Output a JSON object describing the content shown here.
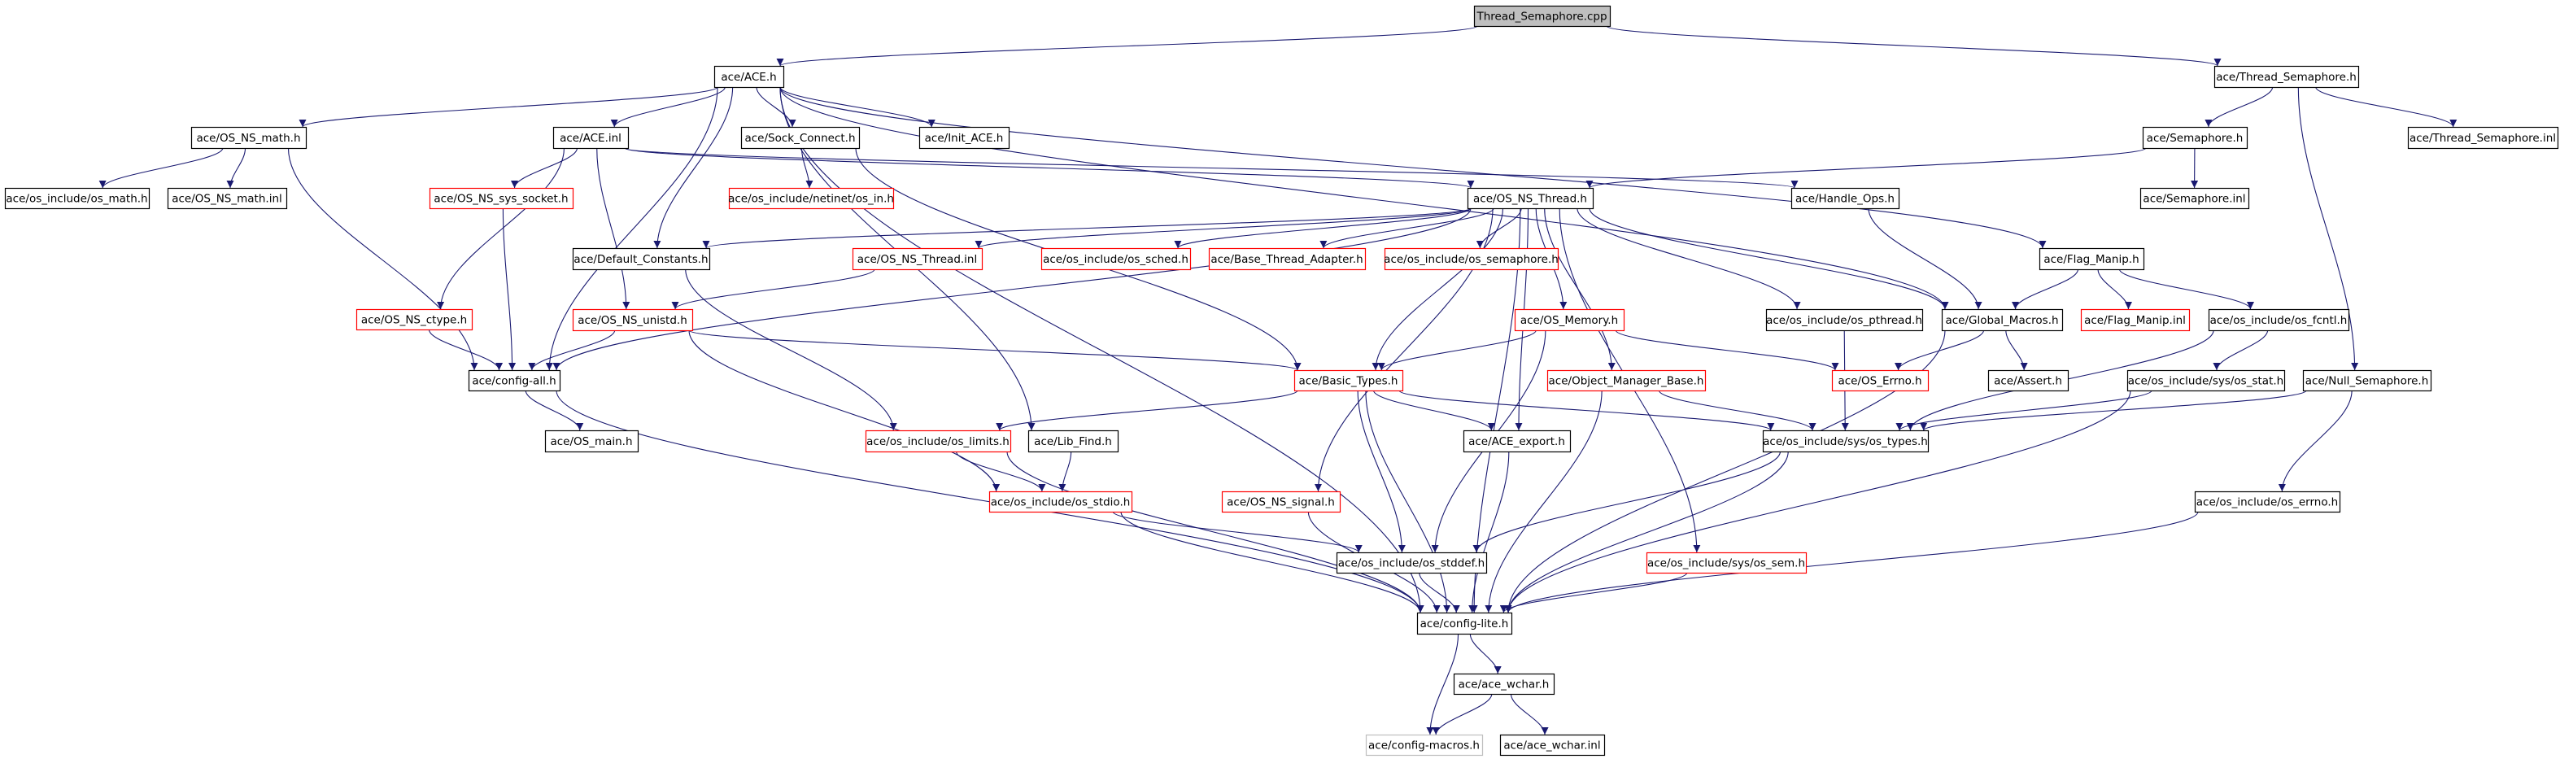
{
  "title": "Thread_Semaphore.cpp include dependency graph",
  "colors": {
    "edge": "#191970",
    "root_fill": "#bfbfbf",
    "normal_border": "#000000",
    "incomplete_border": "#ff0000",
    "external_border": "#bfbfbf"
  },
  "nodes": [
    {
      "id": "root",
      "label": "Thread_Semaphore.cpp",
      "kind": "root"
    },
    {
      "id": "ace_h",
      "label": "ace/ACE.h",
      "kind": "normal"
    },
    {
      "id": "thread_semaphore_h",
      "label": "ace/Thread_Semaphore.h",
      "kind": "normal"
    },
    {
      "id": "os_ns_math_h",
      "label": "ace/OS_NS_math.h",
      "kind": "normal"
    },
    {
      "id": "ace_inl",
      "label": "ace/ACE.inl",
      "kind": "normal"
    },
    {
      "id": "sock_connect_h",
      "label": "ace/Sock_Connect.h",
      "kind": "normal"
    },
    {
      "id": "init_ace_h",
      "label": "ace/Init_ACE.h",
      "kind": "normal"
    },
    {
      "id": "semaphore_h",
      "label": "ace/Semaphore.h",
      "kind": "normal"
    },
    {
      "id": "thread_semaphore_inl",
      "label": "ace/Thread_Semaphore.inl",
      "kind": "normal"
    },
    {
      "id": "os_math_h",
      "label": "ace/os_include/os_math.h",
      "kind": "normal"
    },
    {
      "id": "os_ns_math_inl",
      "label": "ace/OS_NS_math.inl",
      "kind": "normal"
    },
    {
      "id": "os_ns_sys_socket_h",
      "label": "ace/OS_NS_sys_socket.h",
      "kind": "incomplete"
    },
    {
      "id": "os_in_h",
      "label": "ace/os_include/netinet/os_in.h",
      "kind": "incomplete"
    },
    {
      "id": "os_ns_thread_h",
      "label": "ace/OS_NS_Thread.h",
      "kind": "normal"
    },
    {
      "id": "handle_ops_h",
      "label": "ace/Handle_Ops.h",
      "kind": "normal"
    },
    {
      "id": "semaphore_inl",
      "label": "ace/Semaphore.inl",
      "kind": "normal"
    },
    {
      "id": "default_constants_h",
      "label": "ace/Default_Constants.h",
      "kind": "normal"
    },
    {
      "id": "os_ns_thread_inl",
      "label": "ace/OS_NS_Thread.inl",
      "kind": "incomplete"
    },
    {
      "id": "os_sched_h",
      "label": "ace/os_include/os_sched.h",
      "kind": "incomplete"
    },
    {
      "id": "base_thread_adapter_h",
      "label": "ace/Base_Thread_Adapter.h",
      "kind": "incomplete"
    },
    {
      "id": "os_semaphore_h",
      "label": "ace/os_include/os_semaphore.h",
      "kind": "incomplete"
    },
    {
      "id": "flag_manip_h",
      "label": "ace/Flag_Manip.h",
      "kind": "normal"
    },
    {
      "id": "os_ns_ctype_h",
      "label": "ace/OS_NS_ctype.h",
      "kind": "incomplete"
    },
    {
      "id": "os_ns_unistd_h",
      "label": "ace/OS_NS_unistd.h",
      "kind": "incomplete"
    },
    {
      "id": "os_memory_h",
      "label": "ace/OS_Memory.h",
      "kind": "incomplete"
    },
    {
      "id": "os_pthread_h",
      "label": "ace/os_include/os_pthread.h",
      "kind": "normal"
    },
    {
      "id": "global_macros_h",
      "label": "ace/Global_Macros.h",
      "kind": "normal"
    },
    {
      "id": "flag_manip_inl",
      "label": "ace/Flag_Manip.inl",
      "kind": "incomplete"
    },
    {
      "id": "os_fcntl_h",
      "label": "ace/os_include/os_fcntl.h",
      "kind": "normal"
    },
    {
      "id": "config_all_h",
      "label": "ace/config-all.h",
      "kind": "normal"
    },
    {
      "id": "basic_types_h",
      "label": "ace/Basic_Types.h",
      "kind": "incomplete"
    },
    {
      "id": "object_manager_base_h",
      "label": "ace/Object_Manager_Base.h",
      "kind": "incomplete"
    },
    {
      "id": "os_errno_upper_h",
      "label": "ace/OS_Errno.h",
      "kind": "incomplete"
    },
    {
      "id": "assert_h",
      "label": "ace/Assert.h",
      "kind": "normal"
    },
    {
      "id": "os_stat_h",
      "label": "ace/os_include/sys/os_stat.h",
      "kind": "normal"
    },
    {
      "id": "null_semaphore_h",
      "label": "ace/Null_Semaphore.h",
      "kind": "normal"
    },
    {
      "id": "os_main_h",
      "label": "ace/OS_main.h",
      "kind": "normal"
    },
    {
      "id": "os_limits_h",
      "label": "ace/os_include/os_limits.h",
      "kind": "incomplete"
    },
    {
      "id": "lib_find_h",
      "label": "ace/Lib_Find.h",
      "kind": "normal"
    },
    {
      "id": "ace_export_h",
      "label": "ace/ACE_export.h",
      "kind": "normal"
    },
    {
      "id": "os_types_h",
      "label": "ace/os_include/sys/os_types.h",
      "kind": "normal"
    },
    {
      "id": "os_stdio_h",
      "label": "ace/os_include/os_stdio.h",
      "kind": "incomplete"
    },
    {
      "id": "os_ns_signal_h",
      "label": "ace/OS_NS_signal.h",
      "kind": "incomplete"
    },
    {
      "id": "os_errno_h",
      "label": "ace/os_include/os_errno.h",
      "kind": "normal"
    },
    {
      "id": "os_stddef_h",
      "label": "ace/os_include/os_stddef.h",
      "kind": "normal"
    },
    {
      "id": "os_sem_h",
      "label": "ace/os_include/sys/os_sem.h",
      "kind": "incomplete"
    },
    {
      "id": "config_lite_h",
      "label": "ace/config-lite.h",
      "kind": "normal"
    },
    {
      "id": "ace_wchar_h",
      "label": "ace/ace_wchar.h",
      "kind": "normal"
    },
    {
      "id": "config_macros_h",
      "label": "ace/config-macros.h",
      "kind": "external"
    },
    {
      "id": "ace_wchar_inl",
      "label": "ace/ace_wchar.inl",
      "kind": "normal"
    }
  ],
  "edges": [
    [
      "root",
      "ace_h"
    ],
    [
      "root",
      "thread_semaphore_h"
    ],
    [
      "ace_h",
      "os_ns_math_h"
    ],
    [
      "ace_h",
      "ace_inl"
    ],
    [
      "ace_h",
      "sock_connect_h"
    ],
    [
      "ace_h",
      "init_ace_h"
    ],
    [
      "ace_h",
      "default_constants_h"
    ],
    [
      "ace_h",
      "flag_manip_h"
    ],
    [
      "ace_h",
      "lib_find_h"
    ],
    [
      "ace_h",
      "config_all_h"
    ],
    [
      "ace_h",
      "config_lite_h"
    ],
    [
      "ace_h",
      "global_macros_h"
    ],
    [
      "thread_semaphore_h",
      "semaphore_h"
    ],
    [
      "thread_semaphore_h",
      "thread_semaphore_inl"
    ],
    [
      "thread_semaphore_h",
      "null_semaphore_h"
    ],
    [
      "os_ns_math_h",
      "os_math_h"
    ],
    [
      "os_ns_math_h",
      "os_ns_math_inl"
    ],
    [
      "os_ns_math_h",
      "config_all_h"
    ],
    [
      "ace_inl",
      "os_ns_sys_socket_h"
    ],
    [
      "ace_inl",
      "os_ns_unistd_h"
    ],
    [
      "ace_inl",
      "os_ns_ctype_h"
    ],
    [
      "ace_inl",
      "os_ns_thread_h"
    ],
    [
      "ace_inl",
      "handle_ops_h"
    ],
    [
      "sock_connect_h",
      "os_in_h"
    ],
    [
      "sock_connect_h",
      "basic_types_h"
    ],
    [
      "semaphore_h",
      "os_ns_thread_h"
    ],
    [
      "semaphore_h",
      "semaphore_inl"
    ],
    [
      "os_ns_sys_socket_h",
      "config_all_h"
    ],
    [
      "os_ns_ctype_h",
      "config_all_h"
    ],
    [
      "os_ns_unistd_h",
      "config_all_h"
    ],
    [
      "os_ns_unistd_h",
      "basic_types_h"
    ],
    [
      "os_ns_unistd_h",
      "os_stdio_h"
    ],
    [
      "default_constants_h",
      "os_limits_h"
    ],
    [
      "os_ns_thread_h",
      "default_constants_h"
    ],
    [
      "os_ns_thread_h",
      "os_ns_thread_inl"
    ],
    [
      "os_ns_thread_h",
      "os_sched_h"
    ],
    [
      "os_ns_thread_h",
      "base_thread_adapter_h"
    ],
    [
      "os_ns_thread_h",
      "os_semaphore_h"
    ],
    [
      "os_ns_thread_h",
      "config_all_h"
    ],
    [
      "os_ns_thread_h",
      "os_memory_h"
    ],
    [
      "os_ns_thread_h",
      "basic_types_h"
    ],
    [
      "os_ns_thread_h",
      "os_ns_signal_h"
    ],
    [
      "os_ns_thread_h",
      "ace_export_h"
    ],
    [
      "os_ns_thread_h",
      "object_manager_base_h"
    ],
    [
      "os_ns_thread_h",
      "os_pthread_h"
    ],
    [
      "os_ns_thread_h",
      "global_macros_h"
    ],
    [
      "os_ns_thread_h",
      "os_sem_h"
    ],
    [
      "os_ns_thread_h",
      "config_lite_h"
    ],
    [
      "os_ns_thread_inl",
      "os_ns_unistd_h"
    ],
    [
      "handle_ops_h",
      "global_macros_h"
    ],
    [
      "flag_manip_h",
      "global_macros_h"
    ],
    [
      "flag_manip_h",
      "flag_manip_inl"
    ],
    [
      "flag_manip_h",
      "os_fcntl_h"
    ],
    [
      "global_macros_h",
      "os_errno_upper_h"
    ],
    [
      "global_macros_h",
      "assert_h"
    ],
    [
      "global_macros_h",
      "config_lite_h"
    ],
    [
      "os_fcntl_h",
      "os_stat_h"
    ],
    [
      "os_fcntl_h",
      "os_types_h"
    ],
    [
      "os_stat_h",
      "os_types_h"
    ],
    [
      "os_stat_h",
      "config_lite_h"
    ],
    [
      "null_semaphore_h",
      "os_types_h"
    ],
    [
      "null_semaphore_h",
      "os_errno_h"
    ],
    [
      "os_errno_h",
      "config_lite_h"
    ],
    [
      "os_memory_h",
      "basic_types_h"
    ],
    [
      "os_memory_h",
      "os_errno_upper_h"
    ],
    [
      "os_memory_h",
      "os_stddef_h"
    ],
    [
      "basic_types_h",
      "os_limits_h"
    ],
    [
      "basic_types_h",
      "ace_export_h"
    ],
    [
      "basic_types_h",
      "os_types_h"
    ],
    [
      "basic_types_h",
      "os_stddef_h"
    ],
    [
      "basic_types_h",
      "config_lite_h"
    ],
    [
      "os_pthread_h",
      "os_types_h"
    ],
    [
      "object_manager_base_h",
      "os_types_h"
    ],
    [
      "object_manager_base_h",
      "config_lite_h"
    ],
    [
      "os_types_h",
      "os_stddef_h"
    ],
    [
      "os_types_h",
      "config_lite_h"
    ],
    [
      "config_all_h",
      "os_main_h"
    ],
    [
      "config_all_h",
      "config_lite_h"
    ],
    [
      "os_limits_h",
      "os_stdio_h"
    ],
    [
      "os_limits_h",
      "config_lite_h"
    ],
    [
      "lib_find_h",
      "os_stdio_h"
    ],
    [
      "os_stdio_h",
      "os_stddef_h"
    ],
    [
      "os_stdio_h",
      "config_lite_h"
    ],
    [
      "os_ns_signal_h",
      "config_lite_h"
    ],
    [
      "ace_export_h",
      "config_lite_h"
    ],
    [
      "os_stddef_h",
      "config_lite_h"
    ],
    [
      "os_sem_h",
      "config_lite_h"
    ],
    [
      "config_lite_h",
      "ace_wchar_h"
    ],
    [
      "config_lite_h",
      "config_macros_h"
    ],
    [
      "ace_wchar_h",
      "config_macros_h"
    ],
    [
      "ace_wchar_h",
      "ace_wchar_inl"
    ]
  ]
}
